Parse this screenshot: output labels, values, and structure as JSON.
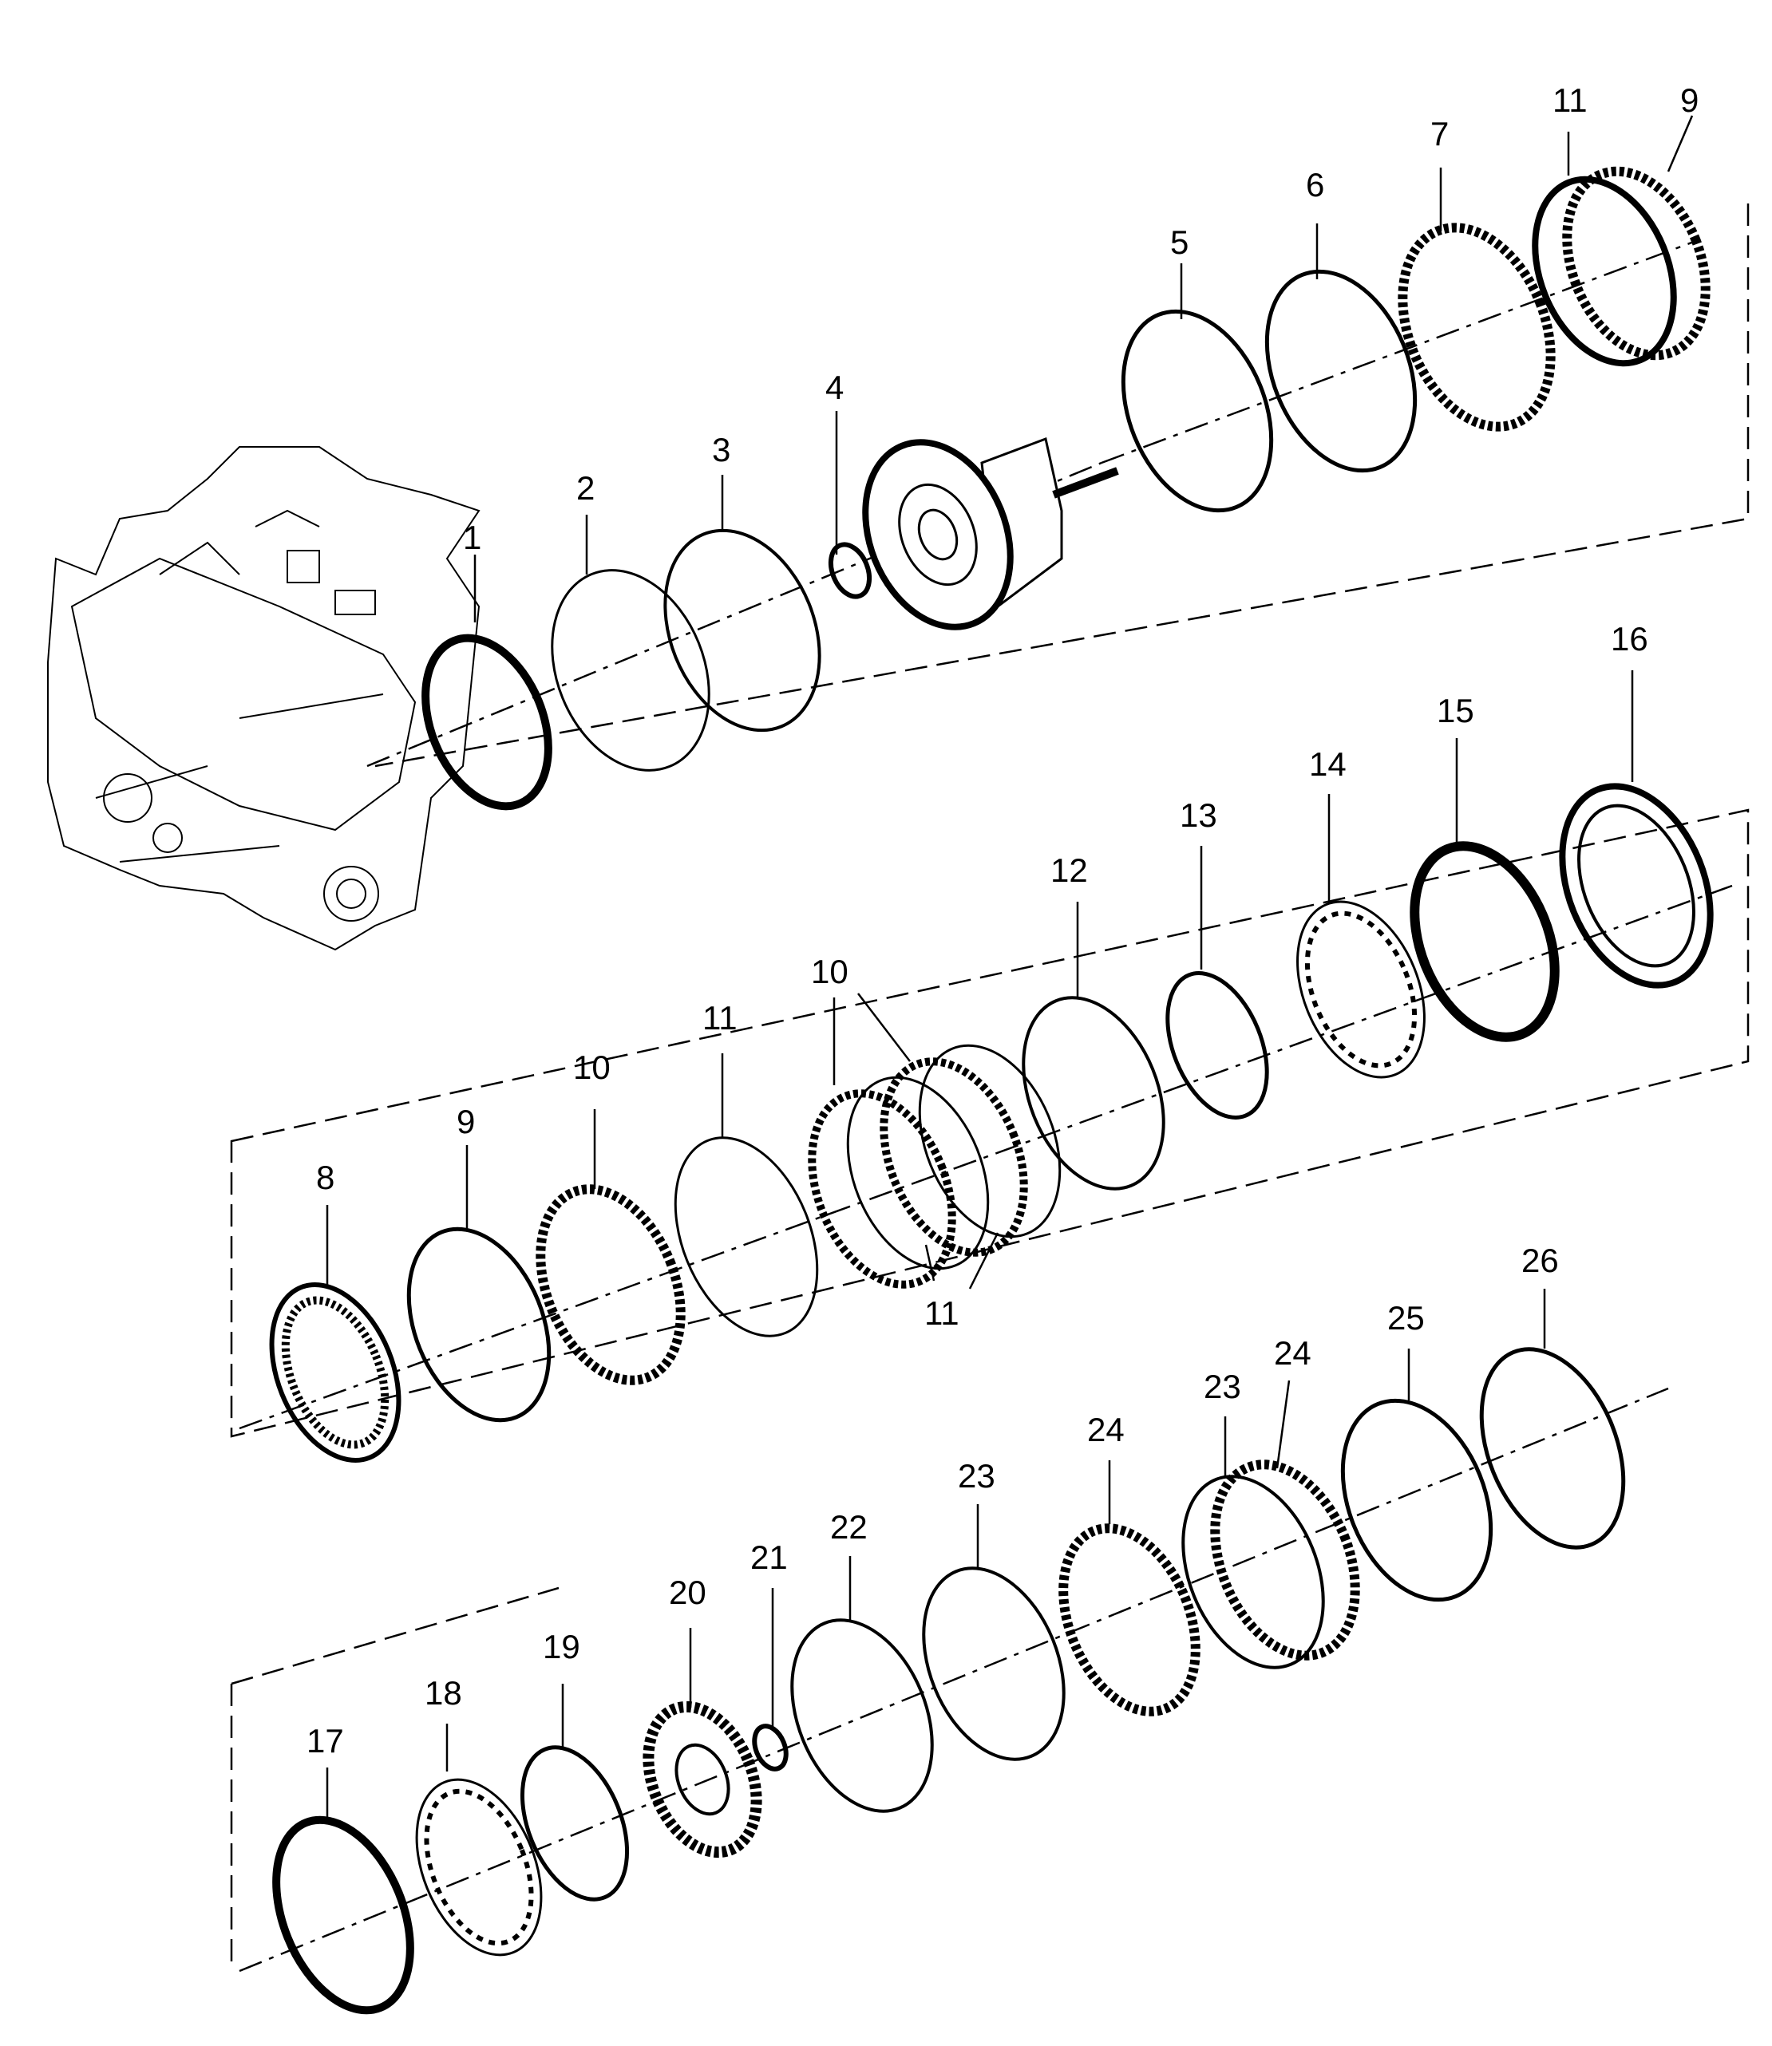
{
  "diagram": {
    "callouts": [
      "1",
      "2",
      "3",
      "4",
      "5",
      "6",
      "7",
      "8",
      "9",
      "10",
      "10",
      "11",
      "11",
      "12",
      "13",
      "14",
      "15",
      "16",
      "17",
      "18",
      "19",
      "20",
      "21",
      "22",
      "23",
      "23",
      "24",
      "24",
      "25",
      "26",
      "9",
      "11"
    ]
  }
}
